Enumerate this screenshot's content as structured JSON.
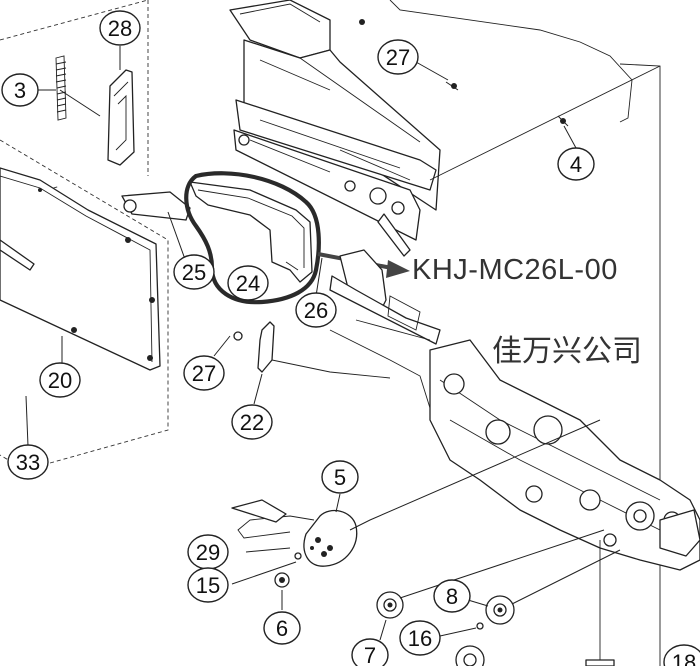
{
  "annotations": {
    "part_code": "KHJ-MC26L-00",
    "company": "佳万兴公司"
  },
  "callouts": [
    {
      "id": "c28",
      "label": "28"
    },
    {
      "id": "c3",
      "label": "3"
    },
    {
      "id": "c27a",
      "label": "27"
    },
    {
      "id": "c4",
      "label": "4"
    },
    {
      "id": "c25",
      "label": "25"
    },
    {
      "id": "c24",
      "label": "24"
    },
    {
      "id": "c26",
      "label": "26"
    },
    {
      "id": "c20",
      "label": "20"
    },
    {
      "id": "c27b",
      "label": "27"
    },
    {
      "id": "c22",
      "label": "22"
    },
    {
      "id": "c33",
      "label": "33"
    },
    {
      "id": "c5",
      "label": "5"
    },
    {
      "id": "c29",
      "label": "29"
    },
    {
      "id": "c15",
      "label": "15"
    },
    {
      "id": "c6",
      "label": "6"
    },
    {
      "id": "c8",
      "label": "8"
    },
    {
      "id": "c16",
      "label": "16"
    },
    {
      "id": "c7",
      "label": "7"
    },
    {
      "id": "c18",
      "label": "18"
    }
  ],
  "colors": {
    "line": "#222222",
    "highlight_loop": "#2a2a2a",
    "arrow": "#444444",
    "annotation_text": "#333333"
  }
}
